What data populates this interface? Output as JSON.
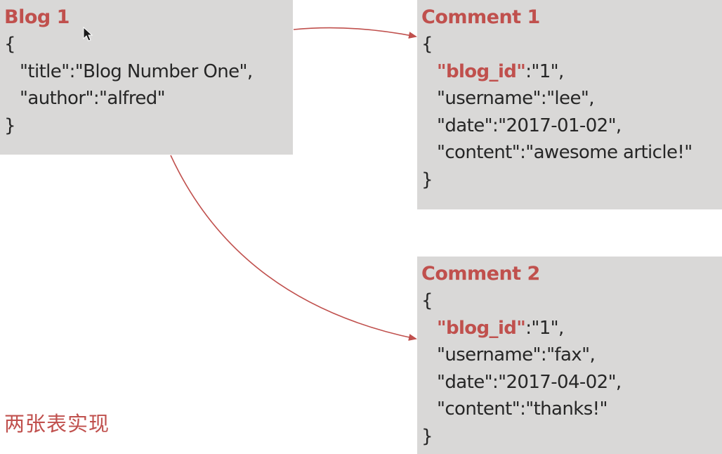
{
  "blog": {
    "title": "Blog 1",
    "open": "{",
    "lines": [
      {
        "key": "\"title\"",
        "value": ":\"Blog Number One\","
      },
      {
        "key": "\"author\"",
        "value": ":\"alfred\""
      }
    ],
    "close": "}"
  },
  "comment1": {
    "title": "Comment 1",
    "open": "{",
    "lines": [
      {
        "key": "\"blog_id\"",
        "value": ":\"1\","
      },
      {
        "key": "\"username\"",
        "value": ":\"lee\","
      },
      {
        "key": "\"date\"",
        "value": ":\"2017-01-02\","
      },
      {
        "key": "\"content\"",
        "value": ":\"awesome article!\""
      }
    ],
    "close": "}"
  },
  "comment2": {
    "title": "Comment 2",
    "open": "{",
    "lines": [
      {
        "key": "\"blog_id\"",
        "value": ":\"1\","
      },
      {
        "key": "\"username\"",
        "value": ":\"fax\","
      },
      {
        "key": "\"date\"",
        "value": ":\"2017-04-02\","
      },
      {
        "key": "\"content\"",
        "value": ":\"thanks!\""
      }
    ],
    "close": "}"
  },
  "caption": "两张表实现",
  "colors": {
    "accent": "#c0504d",
    "card_bg": "#d9d8d7",
    "text": "#262626",
    "arrow": "#c0504d"
  }
}
